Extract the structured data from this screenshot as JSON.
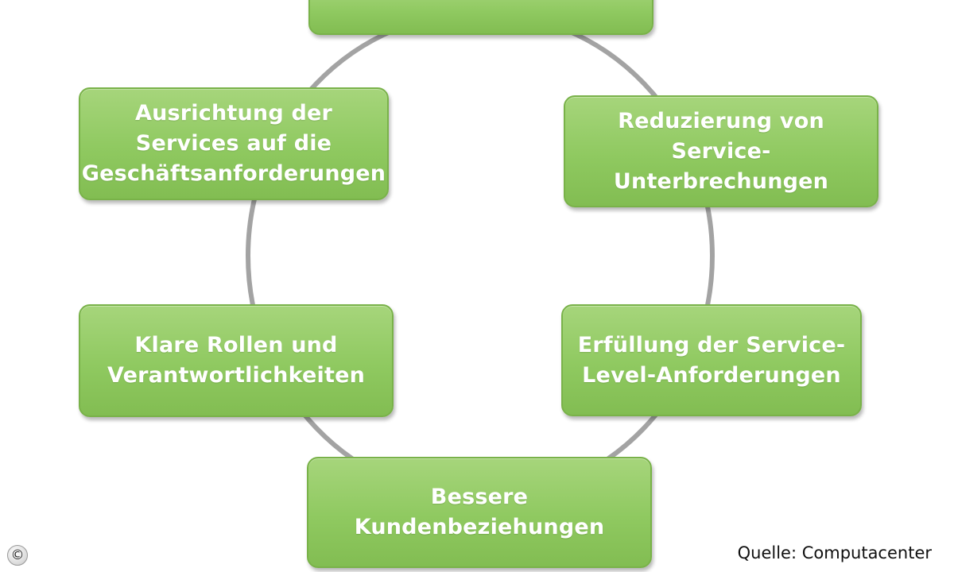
{
  "diagram": {
    "boxes": [
      {
        "label": ""
      },
      {
        "label": "Ausrichtung der\nServices auf die\nGeschäftsanforderungen"
      },
      {
        "label": "Reduzierung von\nService-Unterbrechungen"
      },
      {
        "label": "Klare Rollen und\nVerantwortlichkeiten"
      },
      {
        "label": "Erfüllung der Service-\nLevel-Anforderungen"
      },
      {
        "label": "Bessere\nKundenbeziehungen"
      }
    ],
    "colors": {
      "box_fill": "#8fc960",
      "box_border": "#79b249",
      "ring": "#a3a3a3"
    }
  },
  "footer": {
    "copyright_symbol": "©",
    "source": "Quelle: Computacenter"
  }
}
